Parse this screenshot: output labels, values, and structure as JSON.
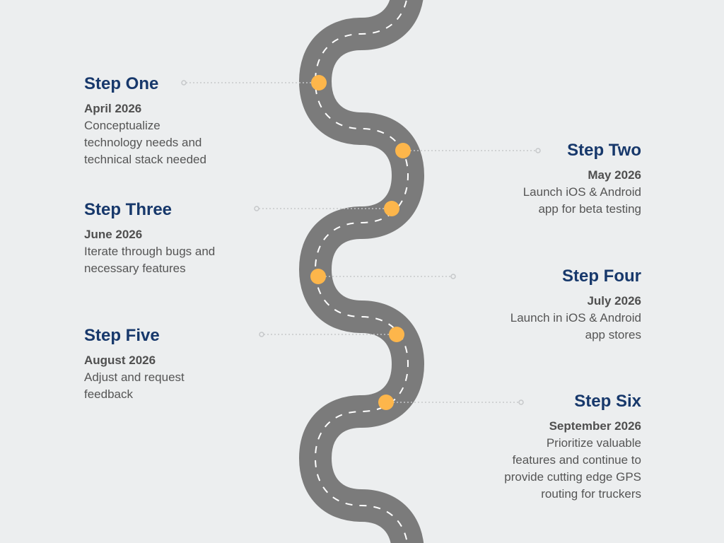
{
  "colors": {
    "background": "#eceeef",
    "road": "#7b7b7b",
    "marker": "#fdb64b",
    "heading": "#17386b",
    "text": "#555555"
  },
  "steps": [
    {
      "title": "Step One",
      "date": "April 2026",
      "description": "Conceptualize\ntechnology needs and\ntechnical stack needed"
    },
    {
      "title": "Step Two",
      "date": "May 2026",
      "description": "Launch iOS & Android\napp for beta testing"
    },
    {
      "title": "Step Three",
      "date": "June 2026",
      "description": "Iterate through bugs and\nnecessary features"
    },
    {
      "title": "Step Four",
      "date": "July 2026",
      "description": "Launch in iOS & Android\napp stores"
    },
    {
      "title": "Step Five",
      "date": "August 2026",
      "description": "Adjust and request\nfeedback"
    },
    {
      "title": "Step Six",
      "date": "September 2026",
      "description": "Prioritize valuable\nfeatures and continue to\nprovide cutting edge GPS\nrouting for truckers"
    }
  ]
}
